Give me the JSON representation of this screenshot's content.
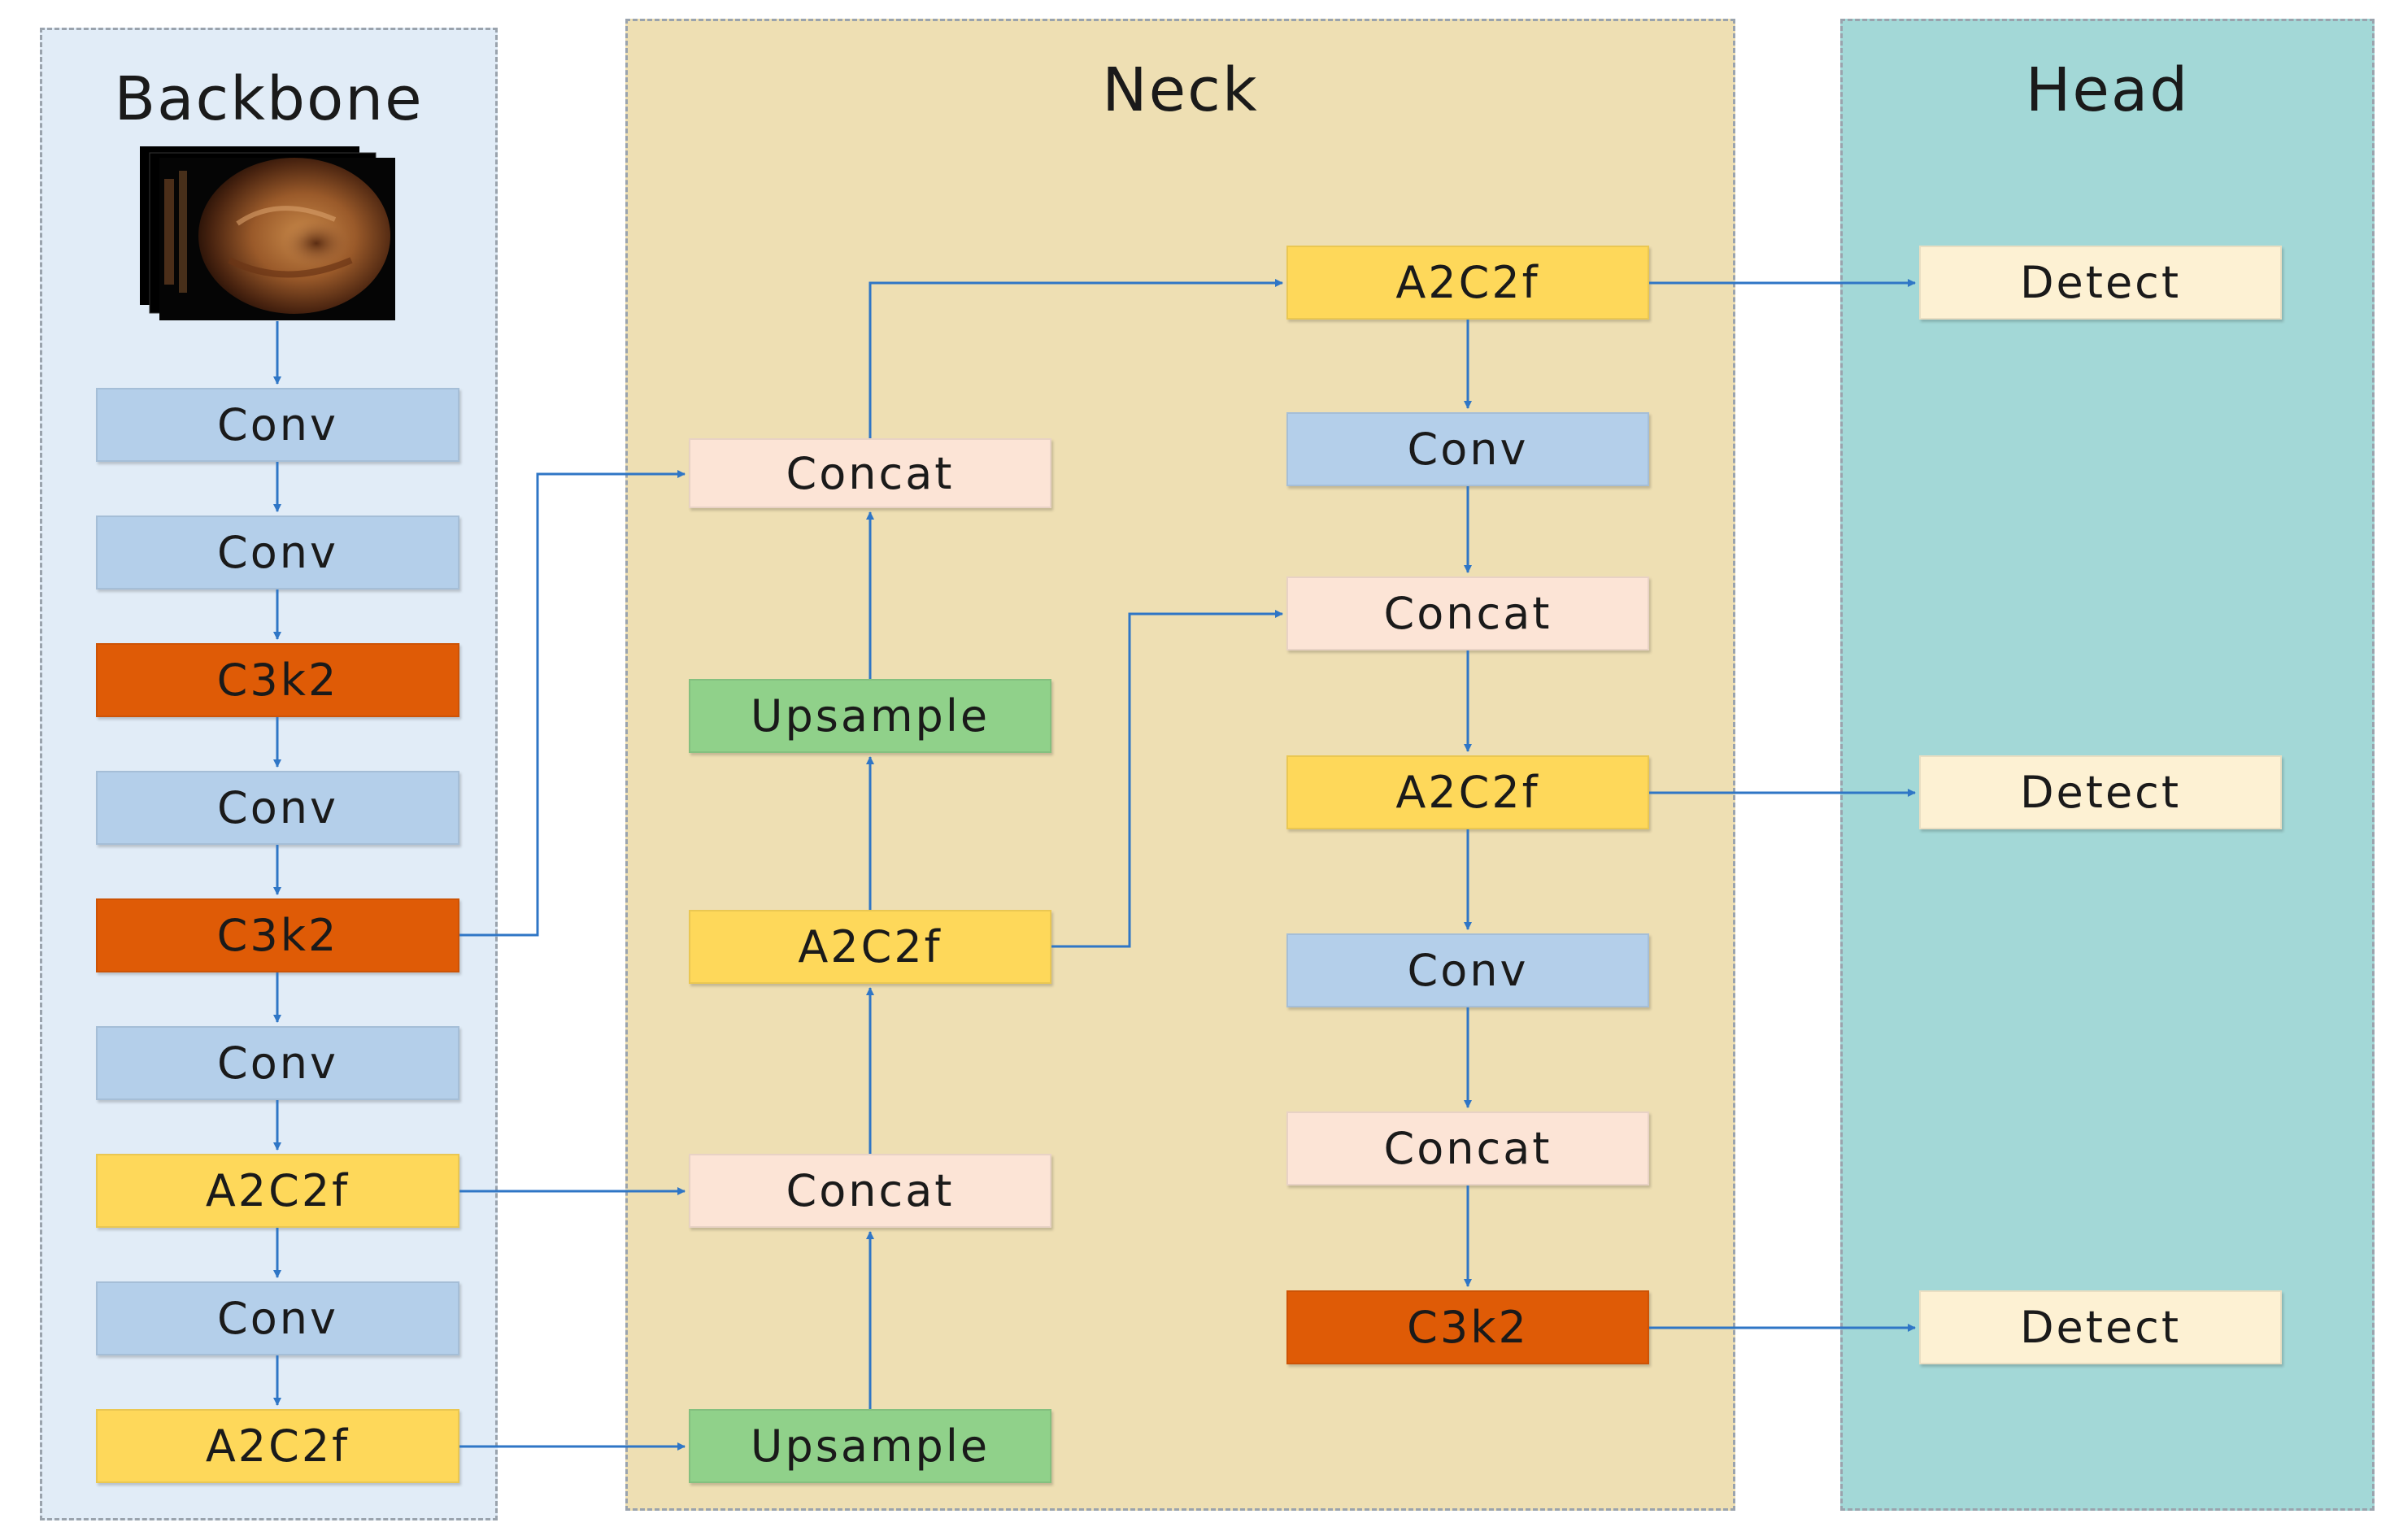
{
  "panels": {
    "backbone": "Backbone",
    "neck": "Neck",
    "head": "Head"
  },
  "backbone": {
    "input_image": "endoscopy-input-image",
    "blocks": [
      "Conv",
      "Conv",
      "C3k2",
      "Conv",
      "C3k2",
      "Conv",
      "A2C2f",
      "Conv",
      "A2C2f"
    ]
  },
  "neck": {
    "col1": [
      "Concat",
      "Upsample",
      "A2C2f",
      "Concat",
      "Upsample"
    ],
    "col2": [
      "A2C2f",
      "Conv",
      "Concat",
      "A2C2f",
      "Conv",
      "Concat",
      "C3k2"
    ]
  },
  "head": {
    "blocks": [
      "Detect",
      "Detect",
      "Detect"
    ]
  },
  "colors": {
    "conv": "#b4cfea",
    "c3k2": "#df5b06",
    "a2c2f": "#fed85a",
    "concat": "#fce4d6",
    "upsample": "#90d18a",
    "detect": "#fdf1d3",
    "arrow": "#2f76c6"
  }
}
